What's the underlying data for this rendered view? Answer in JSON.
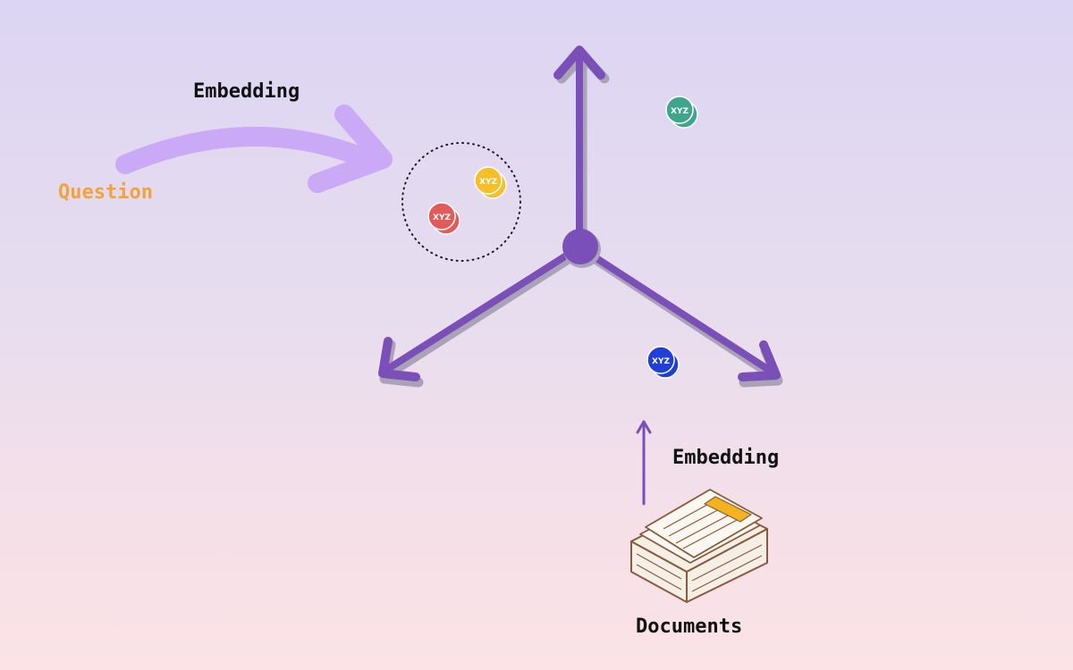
{
  "labels": {
    "question": "Question",
    "embedding_query": "Embedding",
    "embedding_docs": "Embedding",
    "documents": "Documents",
    "bubble_text": "XYZ"
  },
  "colors": {
    "axis": "#7a4fb8",
    "axis_shadow": "#a9a3b8",
    "curved_arrow": "#caa9f6",
    "question_text": "#f0a33c",
    "bubble_teal": "#3fa58c",
    "bubble_yellow": "#f5bf2a",
    "bubble_red": "#e35a5a",
    "bubble_blue": "#1f3fd6",
    "documents_outline": "#8a5a3c",
    "documents_paper": "#f6efe6",
    "documents_highlight": "#f2b31e"
  },
  "bubbles": [
    {
      "id": "teal",
      "color_key": "bubble_teal",
      "icon": "chat-bubble-icon"
    },
    {
      "id": "yellow",
      "color_key": "bubble_yellow",
      "icon": "chat-bubble-icon"
    },
    {
      "id": "red",
      "color_key": "bubble_red",
      "icon": "chat-bubble-icon"
    },
    {
      "id": "blue",
      "color_key": "bubble_blue",
      "icon": "chat-bubble-icon"
    }
  ]
}
